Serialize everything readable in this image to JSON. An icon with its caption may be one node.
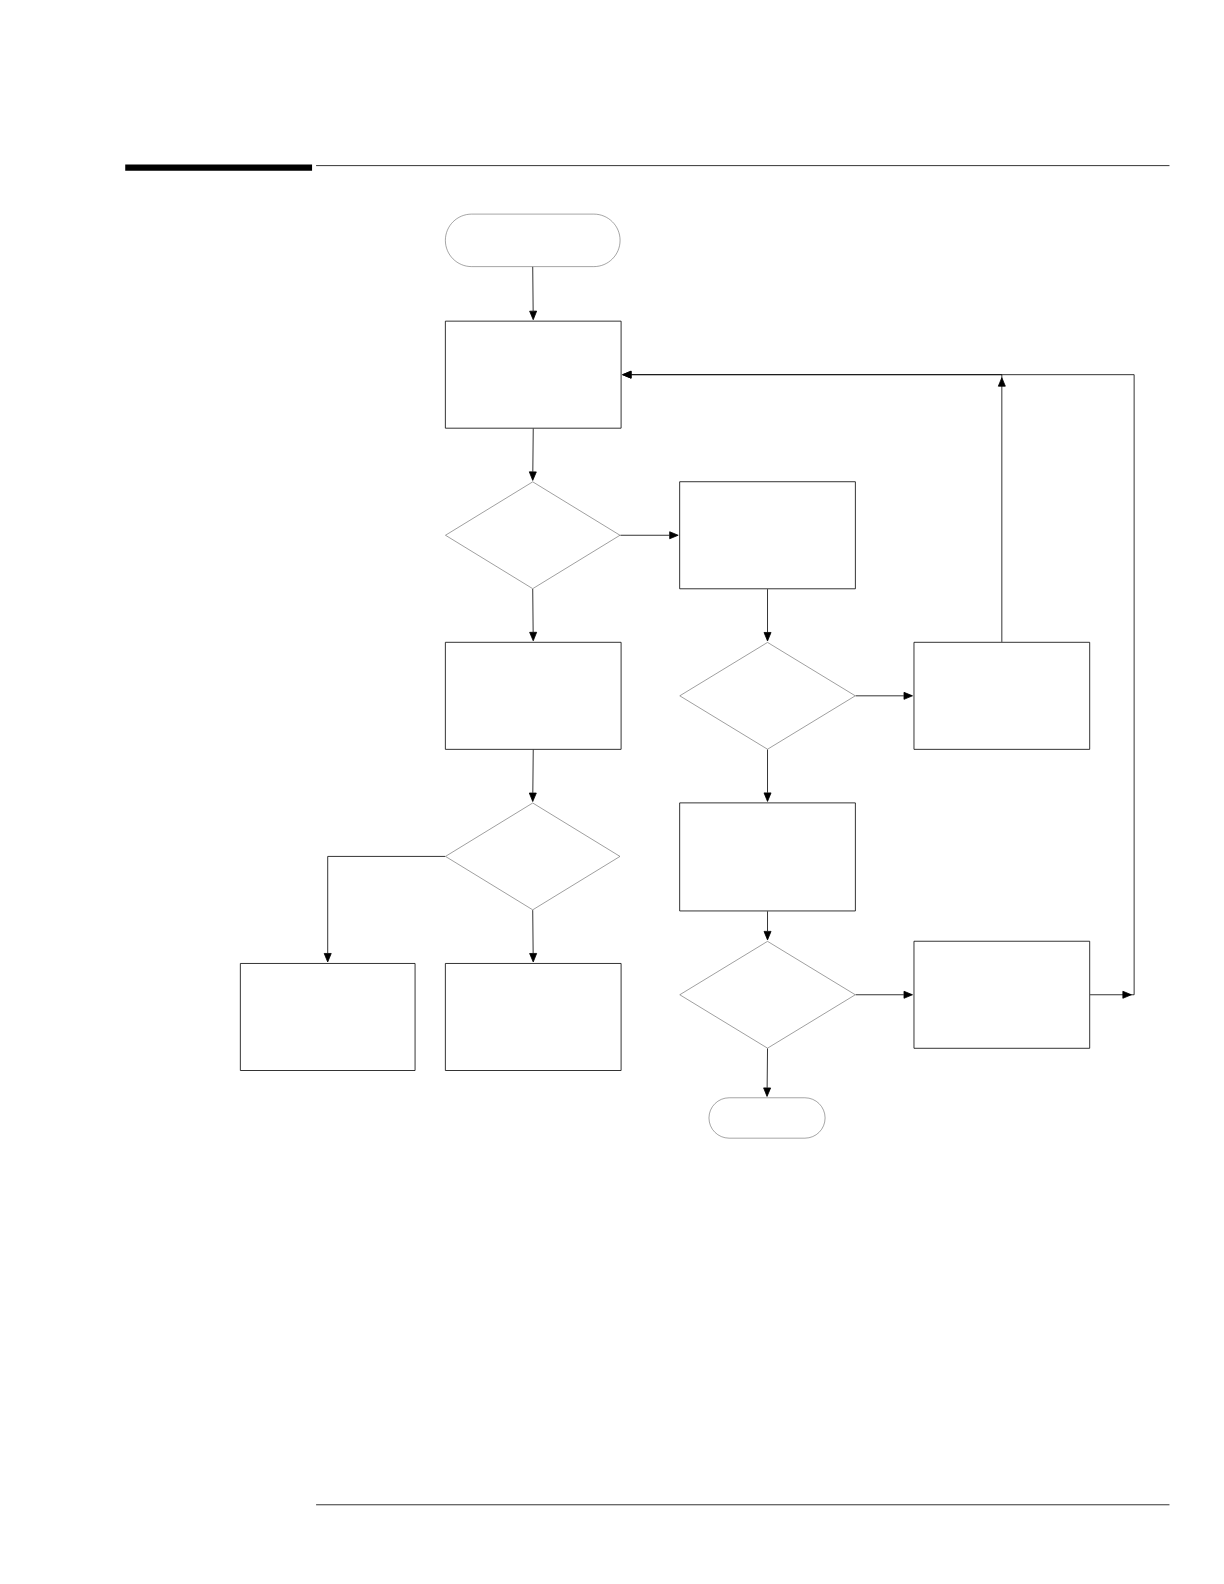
{
  "diagram": {
    "nodes": [
      {
        "text": [],
        "shape": "stadium"
      },
      {
        "text": [],
        "shape": "box"
      },
      {
        "text": [],
        "shape": "diamond"
      },
      {
        "text": [],
        "shape": "box"
      },
      {
        "text": [],
        "shape": "box"
      },
      {
        "text": [],
        "shape": "diamond"
      },
      {
        "text": [],
        "shape": "box"
      },
      {
        "text": [],
        "shape": "diamond"
      },
      {
        "text": [],
        "shape": "box"
      },
      {
        "text": [],
        "shape": "box"
      },
      {
        "text": [],
        "shape": "box"
      },
      {
        "text": [],
        "shape": "diamond"
      },
      {
        "text": [],
        "shape": "box"
      },
      {
        "text": [],
        "shape": "stadium"
      }
    ],
    "edges": [
      {
        "from": 0,
        "to": 1,
        "arrow": "to"
      },
      {
        "from": 1,
        "to": 2,
        "arrow": "to"
      },
      {
        "from": 2,
        "to": 3,
        "arrow": "to"
      },
      {
        "from": 2,
        "to": 4,
        "arrow": "to"
      },
      {
        "from": 3,
        "to": 5,
        "arrow": "to"
      },
      {
        "from": 4,
        "to": 7,
        "arrow": "to"
      },
      {
        "from": 5,
        "to": 6,
        "arrow": "to"
      },
      {
        "from": 5,
        "to": 8,
        "arrow": "to"
      },
      {
        "from": 6,
        "to": 1,
        "arrow": "to"
      },
      {
        "from": 7,
        "to": 9,
        "arrow": "to"
      },
      {
        "from": 7,
        "to": 10,
        "arrow": "to"
      },
      {
        "from": 8,
        "to": 11,
        "arrow": "to"
      },
      {
        "from": 11,
        "to": 12,
        "arrow": "to"
      },
      {
        "from": 11,
        "to": 13,
        "arrow": "to"
      },
      {
        "from": 12,
        "to": 1,
        "arrow": "to"
      }
    ]
  }
}
